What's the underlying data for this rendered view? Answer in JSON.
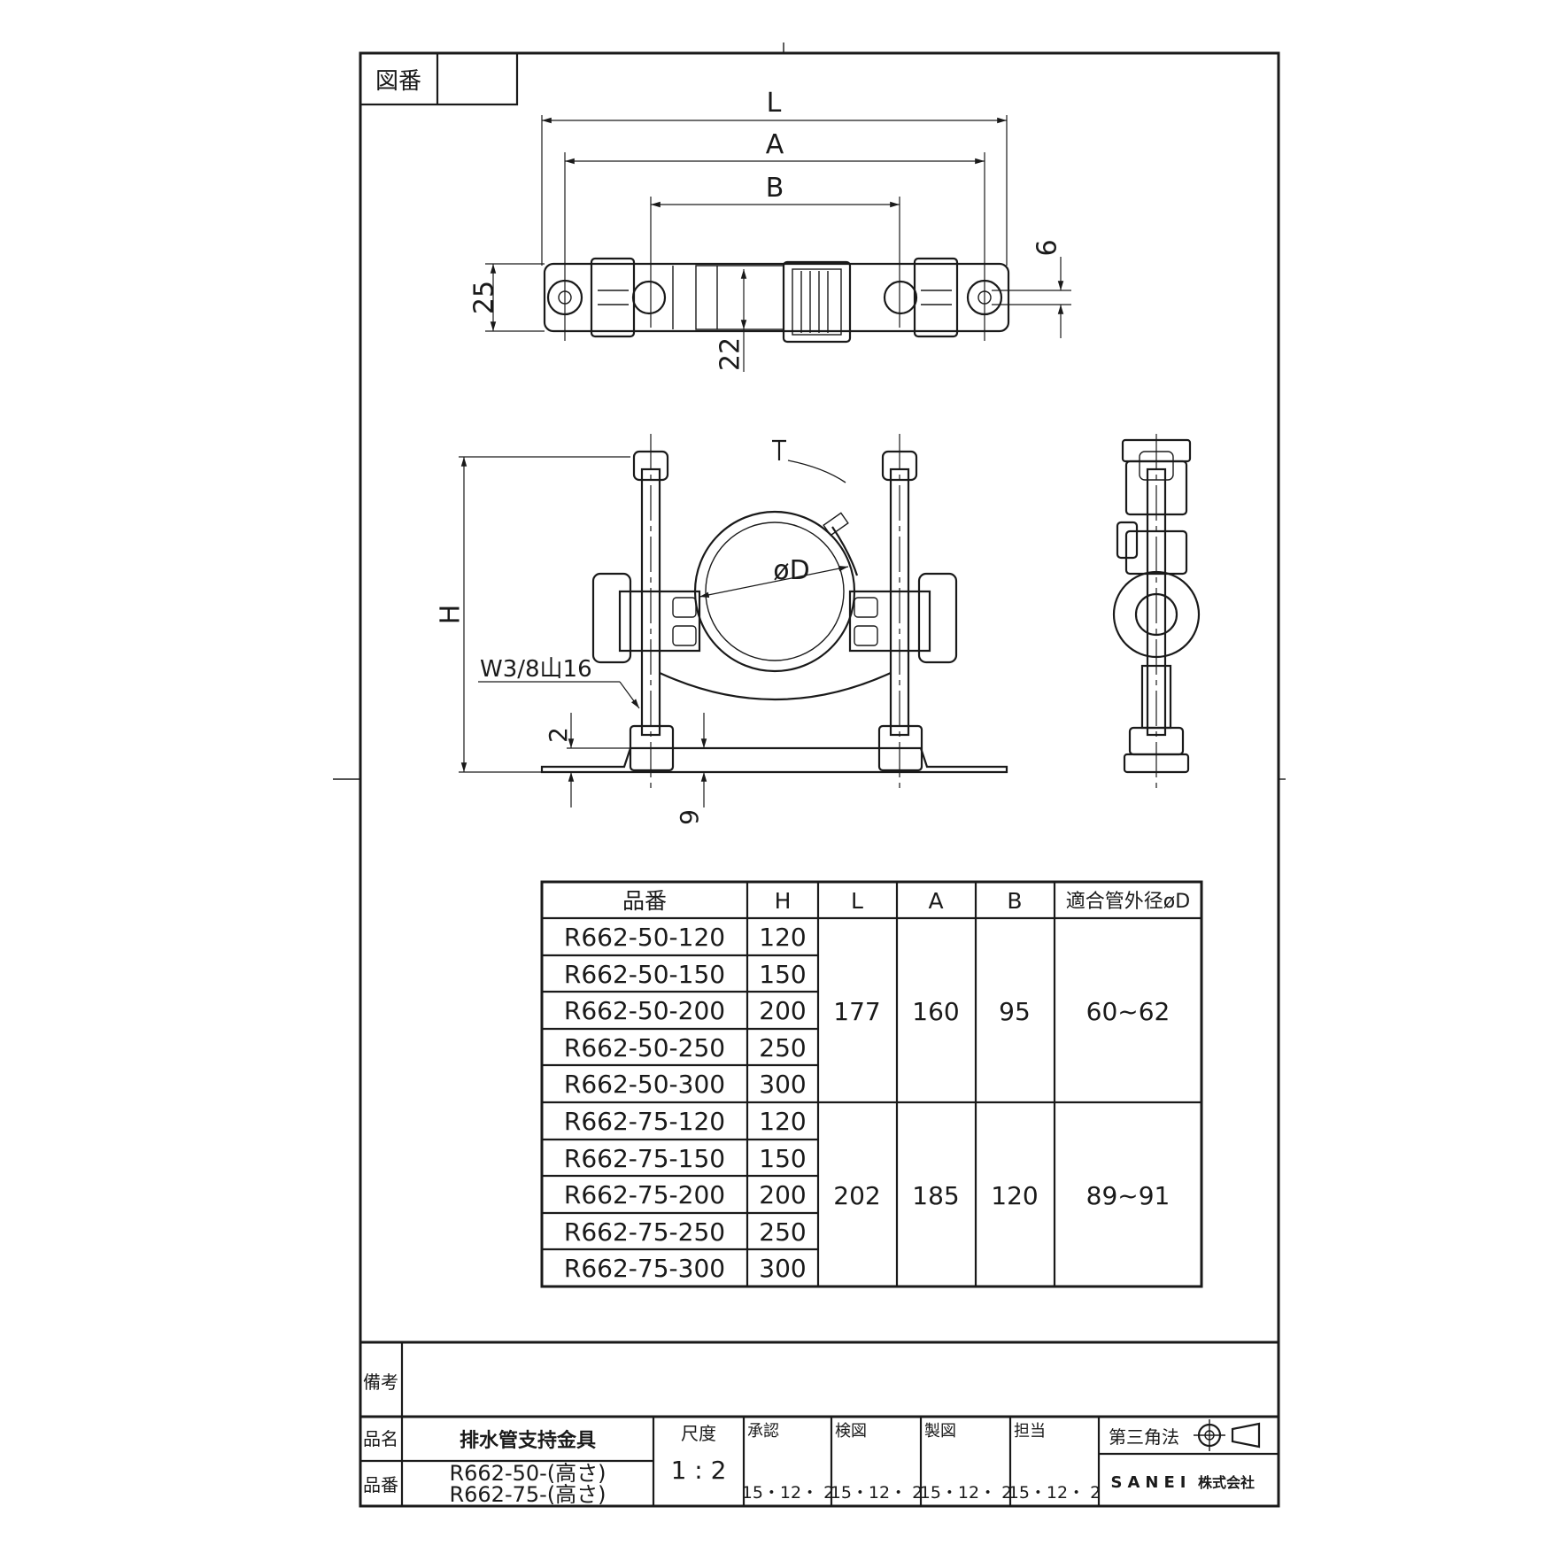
{
  "drawing": {
    "number_label": "図番",
    "number_value": "",
    "remarks_label": "備考",
    "remarks_value": "",
    "part_name_label": "品名",
    "part_name": "排水管支持金具",
    "part_no_label": "品番",
    "part_no_lines": [
      "R662-50-(高さ)",
      "R662-75-(高さ)"
    ],
    "scale_label": "尺度",
    "scale": "1 : 2",
    "approvals": [
      {
        "label": "承認",
        "date": "15・12・ 2"
      },
      {
        "label": "検図",
        "date": "15・12・ 2"
      },
      {
        "label": "製図",
        "date": "15・12・ 2"
      },
      {
        "label": "担当",
        "date": "15・12・ 2"
      }
    ],
    "projection": "第三角法",
    "company": "SANEI",
    "company_suffix": "株式会社"
  },
  "dimensions": {
    "L": "L",
    "A": "A",
    "B": "B",
    "d25": "25",
    "d22": "22",
    "d6": "6",
    "H": "H",
    "D": "øD",
    "thread": "W3/8山16",
    "d2": "2",
    "d9": "9"
  },
  "spec_table": {
    "headers": [
      "品番",
      "H",
      "L",
      "A",
      "B",
      "適合管外径øD"
    ],
    "groups": [
      {
        "rows": [
          {
            "part": "R662-50-120",
            "H": "120"
          },
          {
            "part": "R662-50-150",
            "H": "150"
          },
          {
            "part": "R662-50-200",
            "H": "200"
          },
          {
            "part": "R662-50-250",
            "H": "250"
          },
          {
            "part": "R662-50-300",
            "H": "300"
          }
        ],
        "L": "177",
        "A": "160",
        "B": "95",
        "D": "60~62"
      },
      {
        "rows": [
          {
            "part": "R662-75-120",
            "H": "120"
          },
          {
            "part": "R662-75-150",
            "H": "150"
          },
          {
            "part": "R662-75-200",
            "H": "200"
          },
          {
            "part": "R662-75-250",
            "H": "250"
          },
          {
            "part": "R662-75-300",
            "H": "300"
          }
        ],
        "L": "202",
        "A": "185",
        "B": "120",
        "D": "89~91"
      }
    ]
  }
}
